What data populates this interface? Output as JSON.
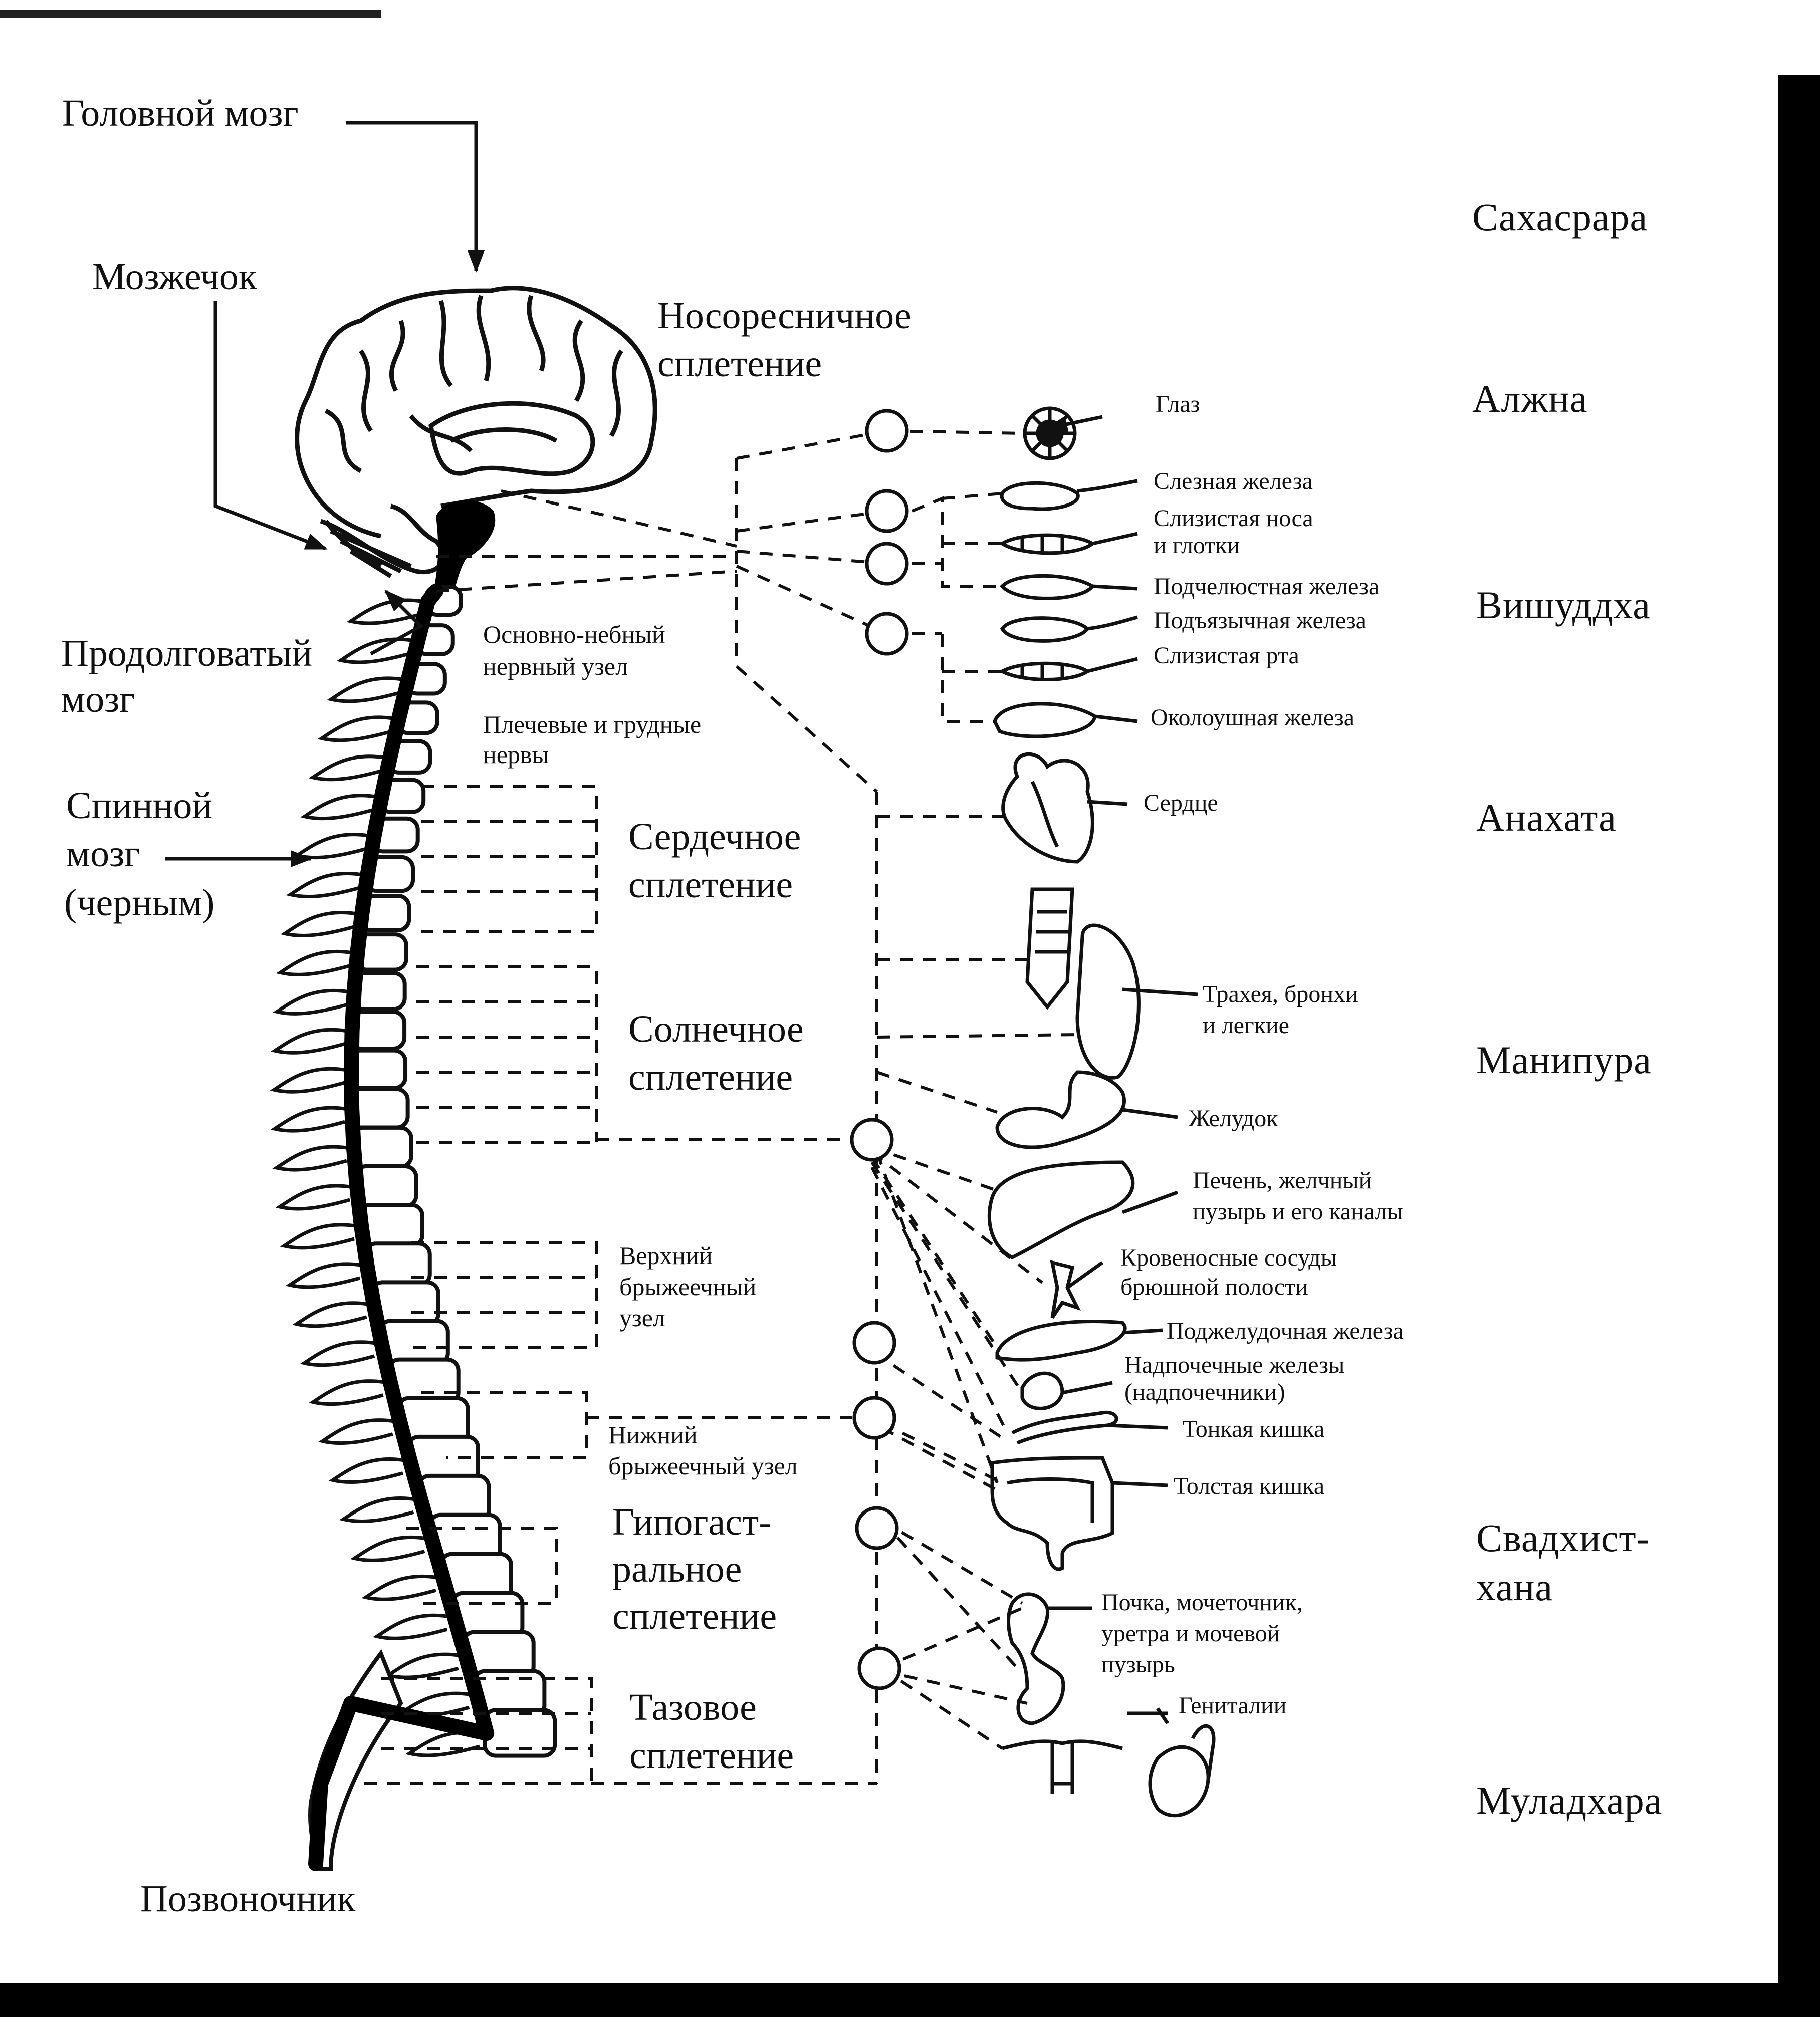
{
  "labels": {
    "brain": "Головной мозг",
    "cerebellum": "Мозжечок",
    "medulla_1": "Продолговатый",
    "medulla_2": "мозг",
    "spinal_1": "Спинной",
    "spinal_2": "мозг",
    "spinal_3": "(черным)",
    "spine": "Позвоночник",
    "nasociliary_1": "Носоресничное",
    "nasociliary_2": "сплетение",
    "sphenopalatine_1": "Основно-небный",
    "sphenopalatine_2": "нервный узел",
    "brachial_1": "Плечевые и грудные",
    "brachial_2": "нервы",
    "cardiac_1": "Сердечное",
    "cardiac_2": "сплетение",
    "solar_1": "Солнечное",
    "solar_2": "сплетение",
    "sup_mesenteric_1": "Верхний",
    "sup_mesenteric_2": "брыжеечный",
    "sup_mesenteric_3": "узел",
    "inf_mesenteric_1": "Нижний",
    "inf_mesenteric_2": "брыжеечный узел",
    "hypogastric_1": "Гипогаст-",
    "hypogastric_2": "ральное",
    "hypogastric_3": "сплетение",
    "pelvic_1": "Тазовое",
    "pelvic_2": "сплетение"
  },
  "organs": {
    "eye": "Глаз",
    "lacrimal": "Слезная железа",
    "nasal_1": "Слизистая носа",
    "nasal_2": "и глотки",
    "submandibular": "Подчелюстная железа",
    "sublingual": "Подъязычная железа",
    "oral": "Слизистая рта",
    "parotid": "Околоушная железа",
    "heart": "Сердце",
    "lungs_1": "Трахея, бронхи",
    "lungs_2": "и легкие",
    "stomach": "Желудок",
    "liver_1": "Печень, желчный",
    "liver_2": "пузырь и его каналы",
    "vessels_1": "Кровеносные сосуды",
    "vessels_2": "брюшной полости",
    "pancreas": "Поджелудочная железа",
    "adrenal_1": "Надпочечные железы",
    "adrenal_2": "(надпочечники)",
    "small_intestine": "Тонкая кишка",
    "large_intestine": "Толстая кишка",
    "kidney_1": "Почка, мочеточник,",
    "kidney_2": "уретра и мочевой",
    "kidney_3": "пузырь",
    "genitals": "Гениталии"
  },
  "chakras": {
    "sahasrara": "Сахасрара",
    "ajna": "Алжна",
    "vishuddha": "Вишуддха",
    "anahata": "Анахата",
    "manipura": "Манипура",
    "svadhisthana_1": "Свадхист-",
    "svadhisthana_2": "хана",
    "muladhara": "Муладхара"
  },
  "colors": {
    "ink": "#111111",
    "paper": "#ffffff",
    "spinal_cord": "#000000"
  }
}
